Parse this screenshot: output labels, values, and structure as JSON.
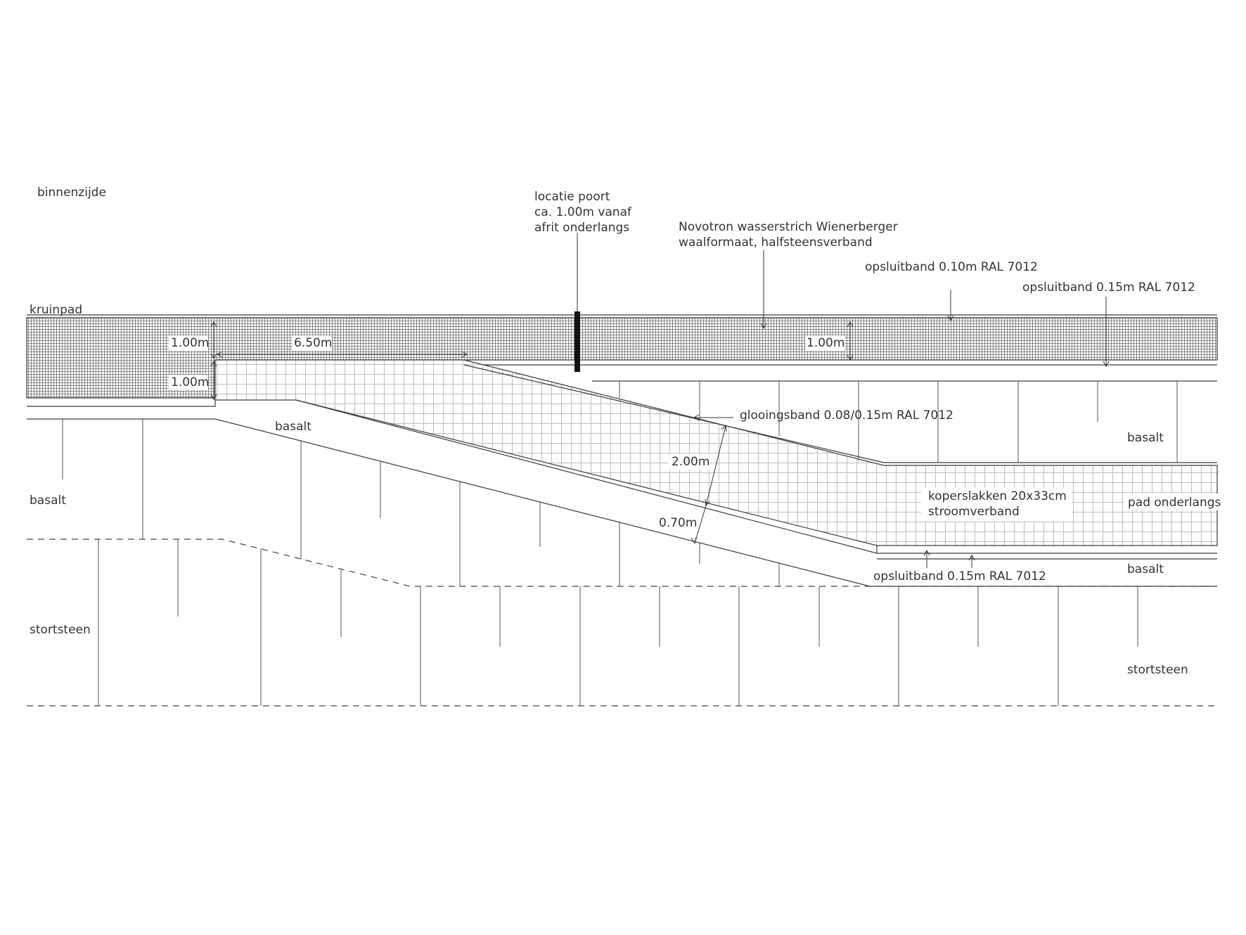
{
  "labels": {
    "binnenzijde": "binnenzijde",
    "kruinpad": "kruinpad",
    "locatie_poort": [
      "locatie poort",
      "ca. 1.00m vanaf",
      "afrit onderlangs"
    ],
    "novotron": [
      "Novotron wasserstrich Wienerberger",
      "waalformaat, halfsteensverband"
    ],
    "opsluitband_010": "opsluitband 0.10m RAL 7012",
    "opsluitband_015_top": "opsluitband 0.15m RAL 7012",
    "glooingsband": "glooingsband 0.08/0.15m RAL 7012",
    "koperslakken": [
      "koperslakken 20x33cm",
      "stroomverband"
    ],
    "pad_onderlangs": "pad onderlangs",
    "opsluitband_015_bottom": "opsluitband 0.15m RAL 7012",
    "basalt_ramp": "basalt",
    "basalt_left": "basalt",
    "basalt_right_top": "basalt",
    "basalt_right_bottom": "basalt",
    "stortsteen_left": "stortsteen",
    "stortsteen_right": "stortsteen"
  },
  "dimensions": {
    "kruinpad_width_left": "1.00m",
    "ramp_top_width": "1.00m",
    "ramp_length": "6.50m",
    "kruinpad_width_right": "1.00m",
    "ramp_width": "2.00m",
    "basalt_strip": "0.70m"
  },
  "colors": {
    "line": "#3a3a3a",
    "hatch_dark": "#6a6a6a",
    "grid": "#bdbdbd",
    "gate": "#111111"
  }
}
